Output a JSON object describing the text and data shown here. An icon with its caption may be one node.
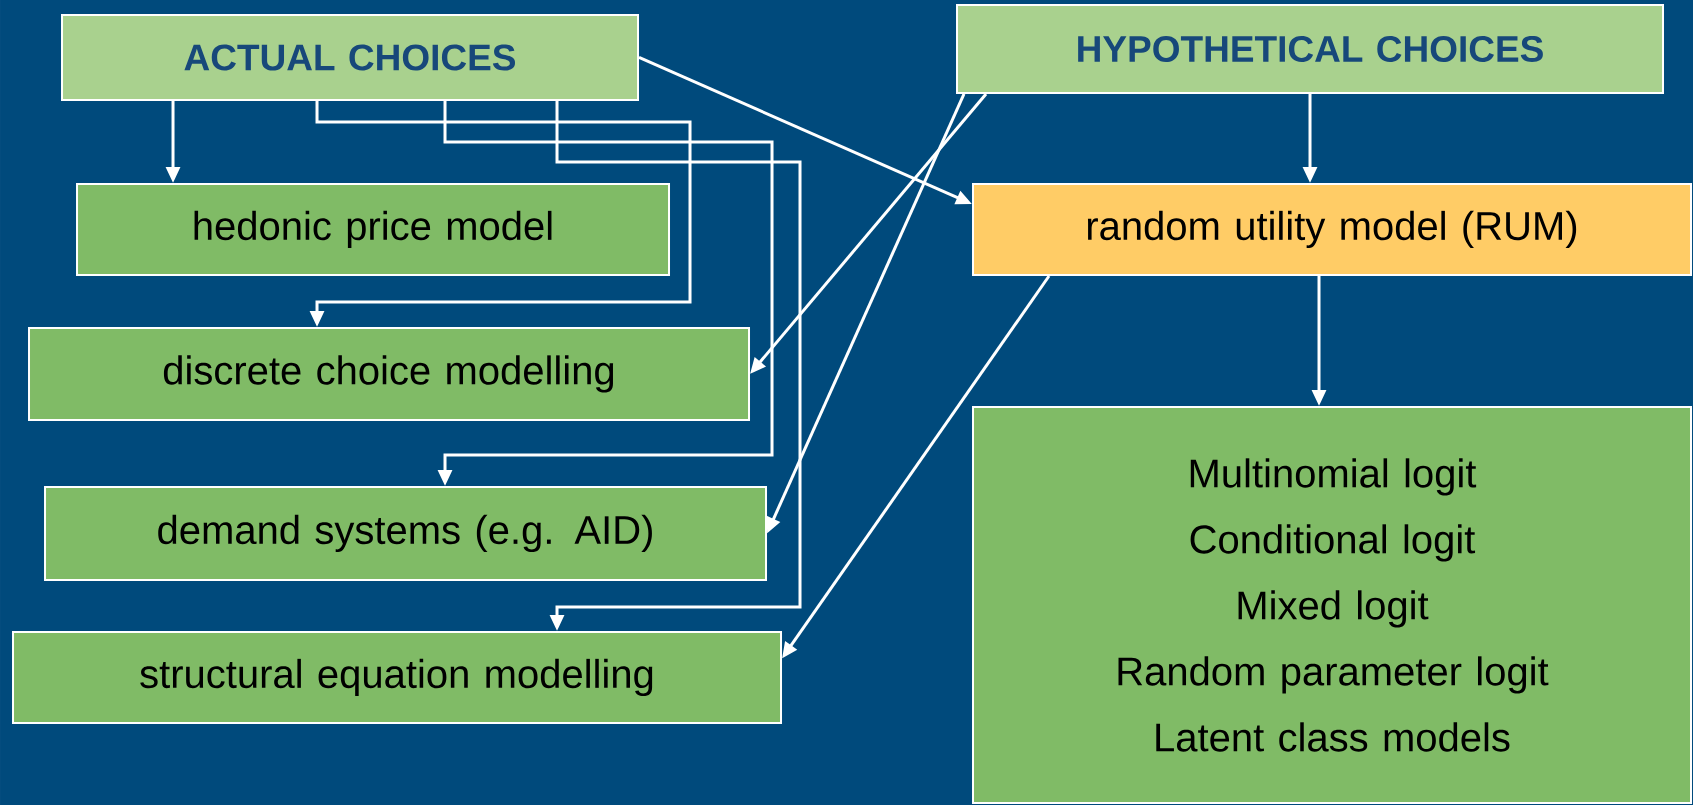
{
  "diagram": {
    "nodes": [
      {
        "text": [
          "ACTUAL CHOICES"
        ]
      },
      {
        "text": [
          "HYPOTHETICAL CHOICES"
        ]
      },
      {
        "text": [
          "hedonic price model"
        ]
      },
      {
        "text": [
          "discrete choice modelling"
        ]
      },
      {
        "text": [
          "demand systems (e.g. AID)"
        ]
      },
      {
        "text": [
          "structural equation modelling"
        ]
      },
      {
        "text": [
          "random utility model (RUM)"
        ]
      },
      {
        "text": [
          "Multinomial logit",
          "Conditional logit",
          "Mixed logit",
          "Random parameter logit",
          "Latent class models"
        ]
      }
    ],
    "edges": [
      {
        "from": 0,
        "to": 2,
        "arrow": "to"
      },
      {
        "from": 0,
        "to": 3,
        "arrow": "to"
      },
      {
        "from": 0,
        "to": 4,
        "arrow": "to"
      },
      {
        "from": 0,
        "to": 5,
        "arrow": "to"
      },
      {
        "from": 0,
        "to": 6,
        "arrow": "to"
      },
      {
        "from": 1,
        "to": 3,
        "arrow": "to"
      },
      {
        "from": 1,
        "to": 4,
        "arrow": "to"
      },
      {
        "from": 1,
        "to": 6,
        "arrow": "to"
      },
      {
        "from": 6,
        "to": 5,
        "arrow": "to"
      },
      {
        "from": 6,
        "to": 7,
        "arrow": "to"
      }
    ]
  }
}
